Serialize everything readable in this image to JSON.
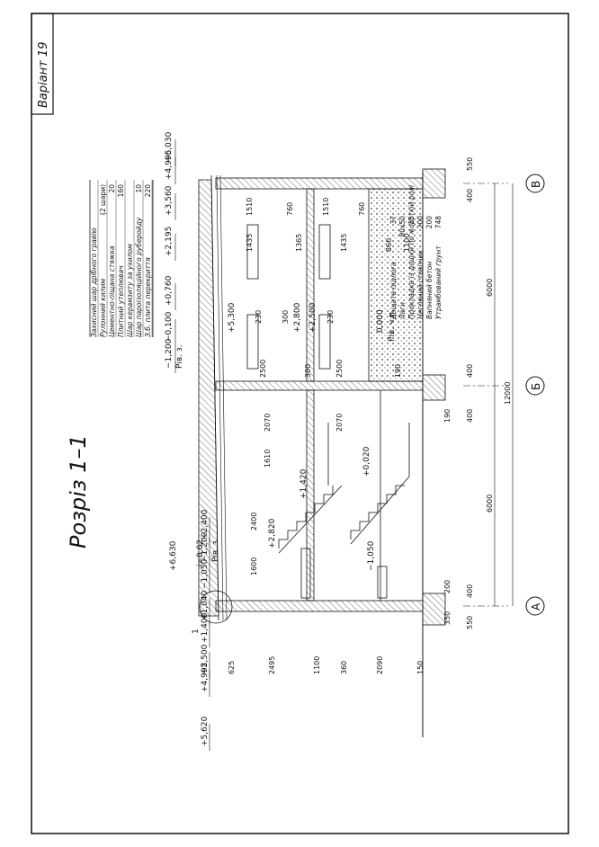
{
  "sheet": {
    "variant_label": "Варіант 19",
    "title": "Розріз 1–1"
  },
  "layers": {
    "items": [
      {
        "name": "Захисний шар дрібного гравію",
        "value": ""
      },
      {
        "name": "Рулонний килим",
        "value": "(2 шари)"
      },
      {
        "name": "Цементно-піщана стяжка",
        "value": "20"
      },
      {
        "name": "Плитний утеплювач",
        "value": "160"
      },
      {
        "name": "Шар керамзиту за ухилом",
        "value": ""
      },
      {
        "name": "Шар пароізоляційного руберойду",
        "value": "10"
      },
      {
        "name": "З.б. плита перекриття",
        "value": "220"
      }
    ]
  },
  "floor_layers": {
    "items": [
      {
        "name": "Дощата підлога",
        "value": "37"
      },
      {
        "name": "Лаги",
        "value": "80х50"
      },
      {
        "name": "Прокладка із дошки по жорсткій ролі",
        "value": "15"
      },
      {
        "name": "Цегляний стовпчик",
        "value": "200"
      },
      {
        "name": "Вапняний бетон",
        "value": "200"
      },
      {
        "name": "Утрамбований ґрунт",
        "value": "748"
      }
    ]
  },
  "right_marks": [
    "+6,030",
    "+4,995",
    "+3,560",
    "+2,195",
    "+0,760",
    "−0,100",
    "−1,200",
    "Рів. з."
  ],
  "left_marks": [
    "+5,620",
    "+4,995",
    "+2,500",
    "+1,400",
    "+1,040",
    "−1,050",
    "−1,200",
    "Рів. з.",
    "−2,400"
  ],
  "inner_marks": [
    "+5,300",
    "+2,800",
    "+2,500",
    "0,000",
    "Рів. ч.п.",
    "+6,630",
    "+2,820",
    "+1,420",
    "+0,020",
    "−1,050"
  ],
  "slope": "i=0,02",
  "node_label": "1",
  "right_window_dims": [
    "1435",
    "1365",
    "1435",
    "860",
    "1100"
  ],
  "right_opening_dims": [
    "1510",
    "760",
    "1510",
    "760"
  ],
  "left_dims": [
    "625",
    "2495",
    "1100",
    "360",
    "2090",
    "150"
  ],
  "vertical_dims": [
    "2500",
    "300",
    "2500",
    "190"
  ],
  "room_heights": [
    "2070",
    "2070",
    "1610"
  ],
  "small_dims": [
    "230",
    "300",
    "230",
    "1600",
    "2400"
  ],
  "bottom_dims": {
    "axis_spacing": [
      "6000",
      "6000"
    ],
    "total": "12000",
    "wall": [
      "400",
      "400",
      "400",
      "400"
    ],
    "outer": [
      "550",
      "550"
    ],
    "other": [
      "350",
      "200",
      "190"
    ]
  },
  "axes": [
    "А",
    "Б",
    "В"
  ]
}
